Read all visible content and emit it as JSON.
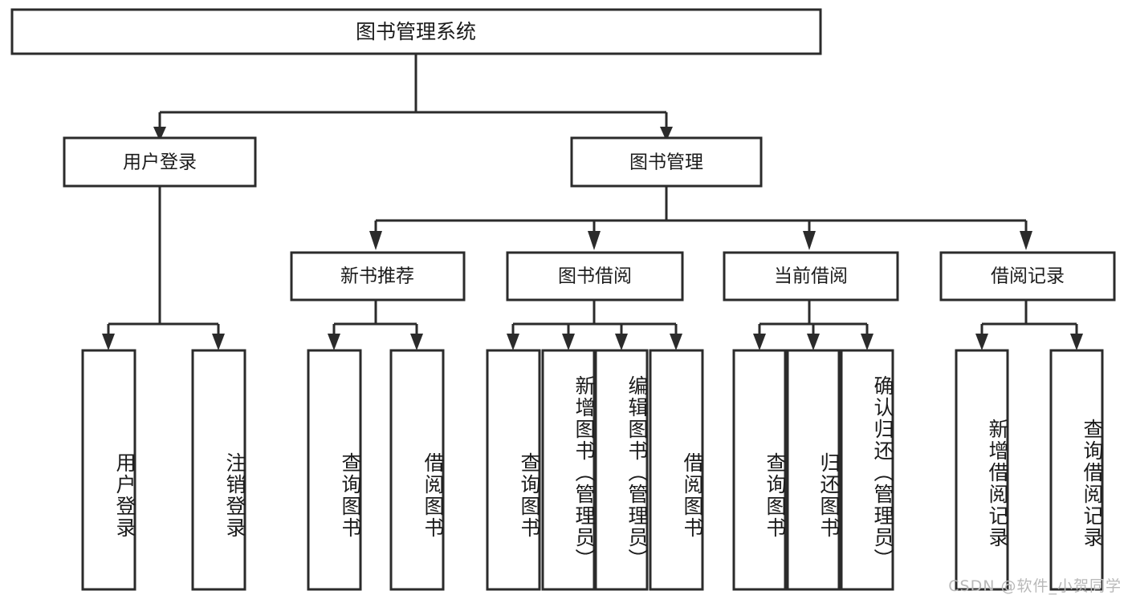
{
  "diagram": {
    "title_node": {
      "label": "图书管理系统"
    },
    "level2": [
      {
        "id": "user-login",
        "label": "用户登录"
      },
      {
        "id": "book-management",
        "label": "图书管理"
      }
    ],
    "level3": [
      {
        "id": "new-book-recommend",
        "label": "新书推荐",
        "parent": "book-management"
      },
      {
        "id": "book-borrow",
        "label": "图书借阅",
        "parent": "book-management"
      },
      {
        "id": "current-borrow",
        "label": "当前借阅",
        "parent": "book-management"
      },
      {
        "id": "borrow-record",
        "label": "借阅记录",
        "parent": "book-management"
      }
    ],
    "leaves": [
      {
        "id": "leaf-user-login",
        "label": "用户登录",
        "parent": "user-login"
      },
      {
        "id": "leaf-logout-login",
        "label": "注销登录",
        "parent": "user-login"
      },
      {
        "id": "leaf-query-book-1",
        "label": "查询图书",
        "parent": "new-book-recommend"
      },
      {
        "id": "leaf-borrow-book-1",
        "label": "借阅图书",
        "parent": "new-book-recommend"
      },
      {
        "id": "leaf-query-book-2",
        "label": "查询图书",
        "parent": "book-borrow"
      },
      {
        "id": "leaf-add-book",
        "label": "新增图书（管理员）",
        "parent": "book-borrow"
      },
      {
        "id": "leaf-edit-book",
        "label": "编辑图书（管理员）",
        "parent": "book-borrow"
      },
      {
        "id": "leaf-borrow-book-2",
        "label": "借阅图书",
        "parent": "book-borrow"
      },
      {
        "id": "leaf-query-book-3",
        "label": "查询图书",
        "parent": "current-borrow"
      },
      {
        "id": "leaf-return-book",
        "label": "归还图书",
        "parent": "current-borrow"
      },
      {
        "id": "leaf-confirm-return",
        "label": "确认归还（管理员）",
        "parent": "current-borrow"
      },
      {
        "id": "leaf-add-record",
        "label": "新增借阅记录",
        "parent": "borrow-record"
      },
      {
        "id": "leaf-query-record",
        "label": "查询借阅记录",
        "parent": "borrow-record"
      }
    ],
    "watermark": "CSDN @软件_小贺同学",
    "colors": {
      "stroke": "#2b2b2b",
      "fill": "#ffffff",
      "text": "#1b1b1b",
      "watermark": "#b9b9b9"
    }
  }
}
